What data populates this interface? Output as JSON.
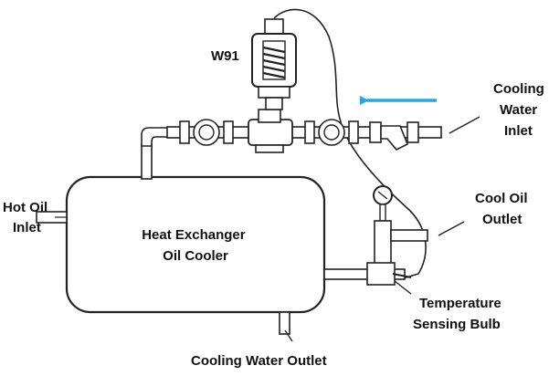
{
  "labels": {
    "valve_model": "W91",
    "cooling_water_inlet": [
      "Cooling",
      "Water",
      "Inlet"
    ],
    "hot_oil_inlet": [
      "Hot Oil",
      "Inlet"
    ],
    "heat_exchanger": [
      "Heat Exchanger",
      "Oil Cooler"
    ],
    "cool_oil_outlet": [
      "Cool Oil",
      "Outlet"
    ],
    "temperature_sensing_bulb": [
      "Temperature",
      "Sensing Bulb"
    ],
    "cooling_water_outlet": "Cooling Water Outlet"
  },
  "colors": {
    "flow_arrow": "#2ba6de",
    "stroke": "#222222",
    "fill": "#ffffff"
  },
  "icons": {
    "flow_direction": "arrow-left-icon"
  }
}
